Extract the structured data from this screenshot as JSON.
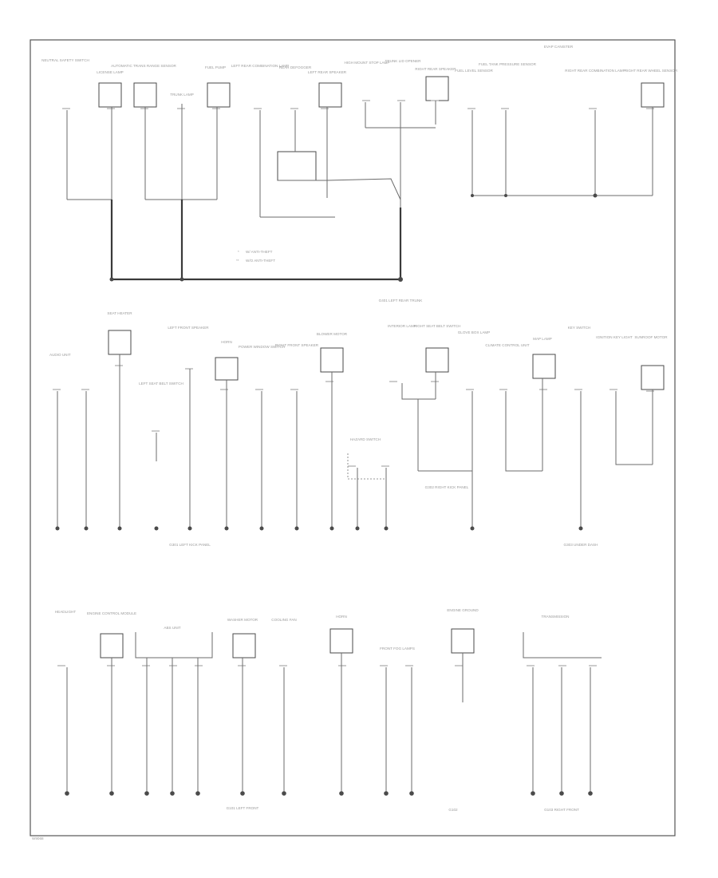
{
  "diagram": {
    "footer_code": "W9068",
    "legend": [
      {
        "symbol": "*",
        "text": "W/ ANTI-THEFT"
      },
      {
        "symbol": "**",
        "text": "W/O ANTI-THEFT"
      }
    ],
    "upper_components": [
      "NEUTRAL SAFETY SWITCH",
      "LICENSE LAMP",
      "AUTOMATIC TRANS RANGE SENSOR",
      "TRUNK LAMP",
      "FUEL PUMP",
      "LEFT REAR COMBINATION LAMP",
      "REAR DEFOGGER",
      "LEFT REAR SPEAKER",
      "HIGH MOUNT STOP LAMP",
      "TRUNK LID OPENER",
      "RIGHT REAR SPEAKER",
      "FUEL LEVEL SENSOR",
      "FUEL TANK PRESSURE SENSOR",
      "RIGHT REAR COMBINATION LAMP",
      "EVAP CANISTER",
      "RIGHT REAR WHEEL SENSOR"
    ],
    "upper_ground_label": "G401 LEFT REAR TRUNK",
    "middle_left_label": "AUDIO UNIT",
    "middle_components": [
      "SEAT HEATER",
      "LEFT SEAT BELT SWITCH",
      "LEFT FRONT SPEAKER",
      "HORN",
      "POWER WINDOW SWITCH",
      "RIGHT FRONT SPEAKER",
      "BLOWER MOTOR",
      "INTERIOR LAMP",
      "RIGHT SEAT BELT SWITCH",
      "HAZARD SWITCH",
      "GLOVE BOX LAMP",
      "CLIMATE CONTROL UNIT",
      "MAP LAMP",
      "KEY SWITCH",
      "IGNITION KEY LIGHT",
      "SUNROOF MOTOR"
    ],
    "middle_grounds": [
      "G301 LEFT KICK PANEL",
      "G302 RIGHT KICK PANEL",
      "G303 UNDER DASH"
    ],
    "lower_components": [
      "HEADLIGHT",
      "ENGINE CONTROL MODULE",
      "ABS UNIT",
      "WASHER MOTOR",
      "COOLING FAN",
      "HORN",
      "FRONT FOG LAMPS",
      "ENGINE GROUND",
      "TRANSMISSION"
    ],
    "lower_grounds": [
      "G101 LEFT FRONT",
      "G102",
      "G103 RIGHT FRONT"
    ]
  }
}
